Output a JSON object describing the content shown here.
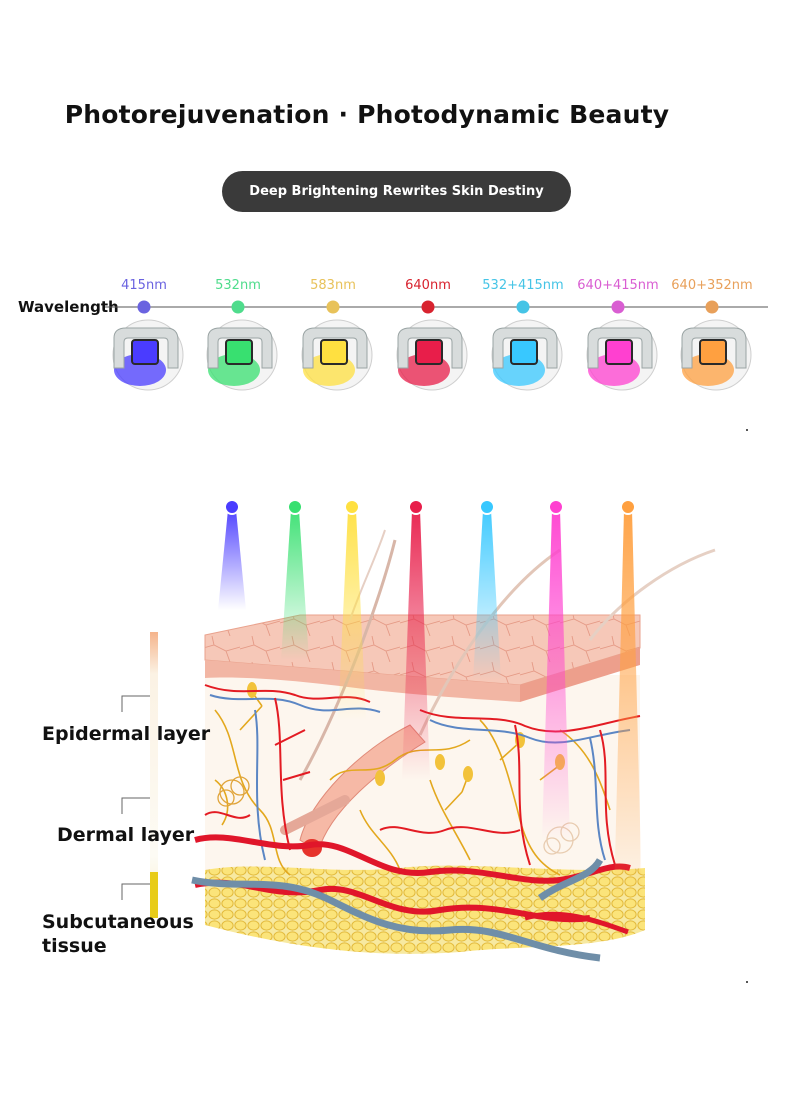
{
  "title": "Photorejuvenation · Photodynamic Beauty",
  "subtitle": "Deep Brightening Rewrites Skin Destiny",
  "wavelength_label": "Wavelength",
  "wavelengths": [
    {
      "label": "415nm",
      "color": "#6a63e0",
      "light": "#4a3cff"
    },
    {
      "label": "532nm",
      "color": "#4fdc8c",
      "light": "#38e070"
    },
    {
      "label": "583nm",
      "color": "#e8c25a",
      "light": "#ffe040"
    },
    {
      "label": "640nm",
      "color": "#d8232f",
      "light": "#e81e4a"
    },
    {
      "label": "532+415nm",
      "color": "#45c4e6",
      "light": "#38c8ff"
    },
    {
      "label": "640+415nm",
      "color": "#d95ed2",
      "light": "#ff40d0"
    },
    {
      "label": "640+352nm",
      "color": "#e8a05a",
      "light": "#ffa040"
    }
  ],
  "layers": {
    "epidermal": "Epidermal layer",
    "dermal": "Dermal layer",
    "subcutaneous": "Subcutaneous tissue"
  }
}
